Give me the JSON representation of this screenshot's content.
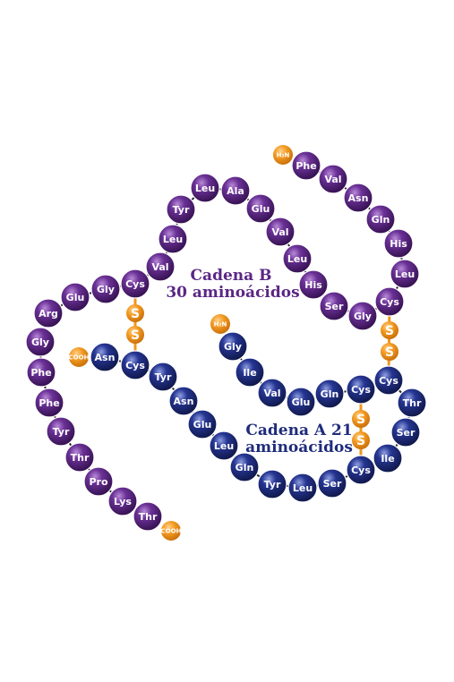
{
  "colors": {
    "chain_b": "#5a2784",
    "chain_b_dark": "#3a1458",
    "chain_a": "#1f2c7c",
    "chain_a_dark": "#111a52",
    "terminal": "#f0961e",
    "bond": "#f0961e",
    "label_b": "#5a2784",
    "label_a": "#1f2c7c"
  },
  "labels": {
    "chain_b_line1": "Cadena B",
    "chain_b_line2": "30 aminoácidos",
    "chain_a_line1": "Cadena A 21",
    "chain_a_line2": "aminoácidos"
  },
  "terminals": {
    "b_start": "H₂N",
    "b_end": "COOH",
    "a_start": "H₂N",
    "a_end": "COOH"
  },
  "bond_symbol": "S",
  "chain_b": [
    "Phe",
    "Val",
    "Asn",
    "Gln",
    "His",
    "Leu",
    "Cys",
    "Gly",
    "Ser",
    "His",
    "Leu",
    "Val",
    "Glu",
    "Ala",
    "Leu",
    "Tyr",
    "Leu",
    "Val",
    "Cys",
    "Gly",
    "Glu",
    "Arg",
    "Gly",
    "Phe",
    "Phe",
    "Tyr",
    "Thr",
    "Pro",
    "Lys",
    "Thr"
  ],
  "chain_a": [
    "Gly",
    "Ile",
    "Val",
    "Glu",
    "Gln",
    "Cys",
    "Cys",
    "Thr",
    "Ser",
    "Ile",
    "Cys",
    "Ser",
    "Leu",
    "Tyr",
    "Gln",
    "Leu",
    "Glu",
    "Asn",
    "Tyr",
    "Cys",
    "Asn"
  ]
}
